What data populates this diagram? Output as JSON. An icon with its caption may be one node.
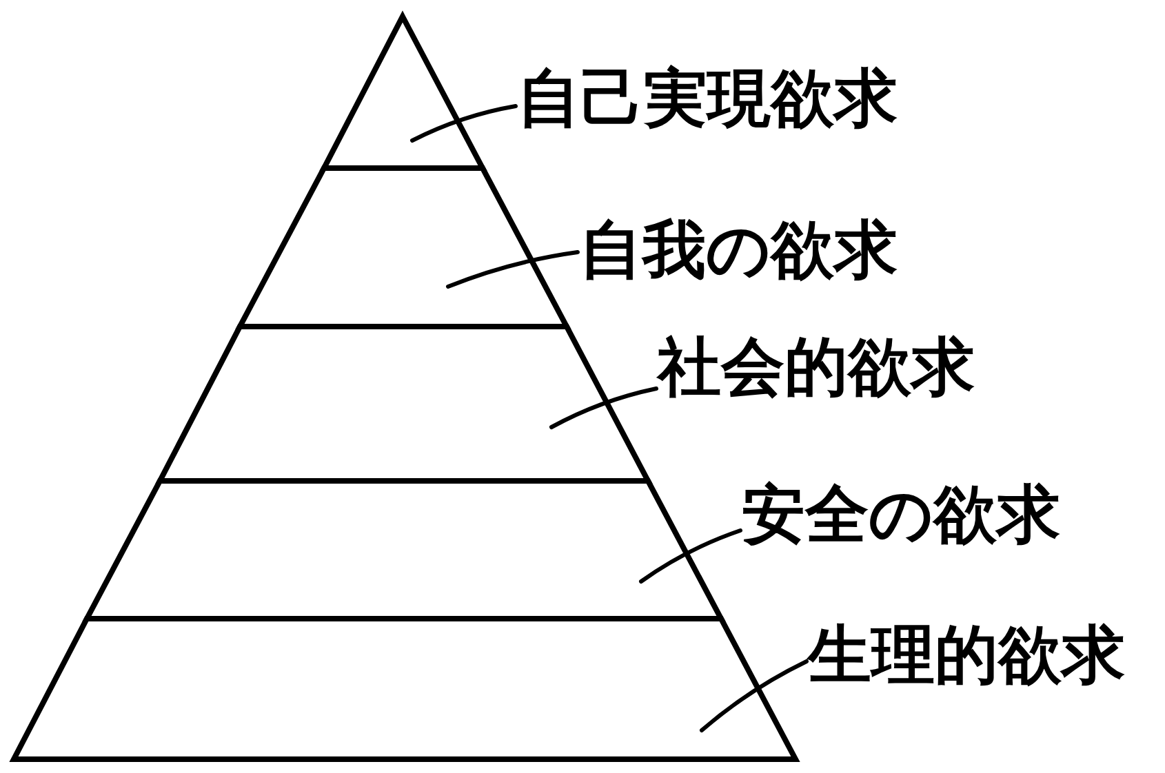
{
  "diagram": {
    "nodes": [
      {
        "text": [
          "自己実現欲求"
        ]
      },
      {
        "text": [],
        "shape": "triangle"
      },
      {
        "text": [
          "自我の欲求"
        ]
      },
      {
        "text": [],
        "shape": "trapezoid"
      },
      {
        "text": [
          "社会的欲求"
        ]
      },
      {
        "text": [],
        "shape": "trapezoid"
      },
      {
        "text": [
          "安全の欲求"
        ]
      },
      {
        "text": [],
        "shape": "trapezoid"
      },
      {
        "text": [
          "生理的欲求"
        ]
      },
      {
        "text": [],
        "shape": "trapezoid"
      }
    ],
    "edges": [
      {
        "from": 0,
        "to": 1,
        "arrow": "none"
      },
      {
        "from": 2,
        "to": 3,
        "arrow": "none"
      },
      {
        "from": 4,
        "to": 5,
        "arrow": "none"
      },
      {
        "from": 6,
        "to": 7,
        "arrow": "none"
      },
      {
        "from": 8,
        "to": 9,
        "arrow": "none"
      }
    ]
  }
}
